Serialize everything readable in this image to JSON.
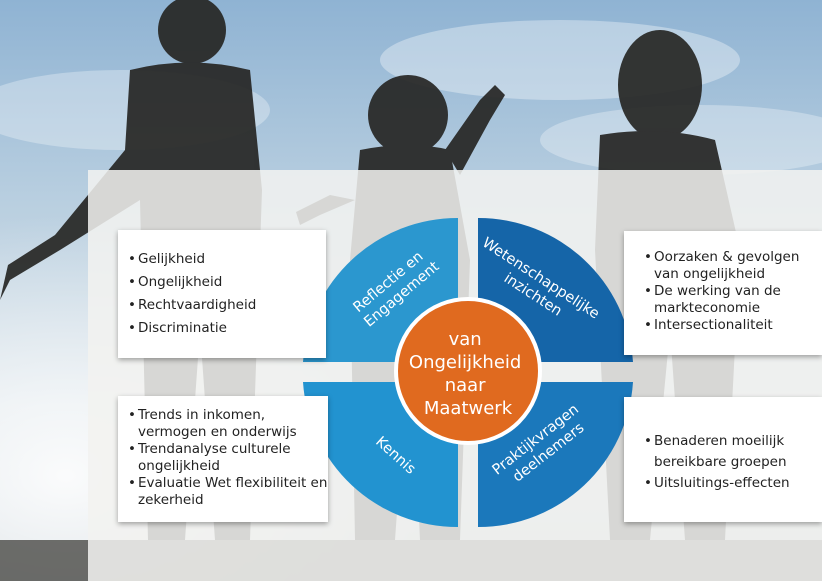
{
  "quadrants": {
    "top_left": {
      "label_line1": "Reflectie en",
      "label_line2": "Engagement",
      "color": "#2b97cf"
    },
    "top_right": {
      "label_line1": "Wetenschappelijke",
      "label_line2": "inzichten",
      "color": "#1565a8"
    },
    "bottom_left": {
      "label": "Kennis",
      "color": "#2293d0"
    },
    "bottom_right": {
      "label_line1": "Praktijkvragen",
      "label_line2": "deelnemers",
      "color": "#1b78bb"
    }
  },
  "center": {
    "line1": "van",
    "line2": "Ongelijkheid",
    "line3": "naar",
    "line4": "Maatwerk",
    "color": "#e06a1f"
  },
  "boxes": {
    "top_left": [
      "Gelijkheid",
      "Ongelijkheid",
      "Rechtvaardigheid",
      "Discriminatie"
    ],
    "top_right": [
      "Oorzaken & gevolgen van ongelijkheid",
      "De werking van de markteconomie",
      "Intersectionaliteit"
    ],
    "bottom_left": [
      "Trends in inkomen, vermogen en onderwijs",
      "Trendanalyse culturele ongelijkheid",
      "Evaluatie Wet flexibiliteit en zekerheid"
    ],
    "bottom_right": [
      "Benaderen moeilijk bereikbare groepen",
      "Uitsluitings-effecten"
    ]
  }
}
